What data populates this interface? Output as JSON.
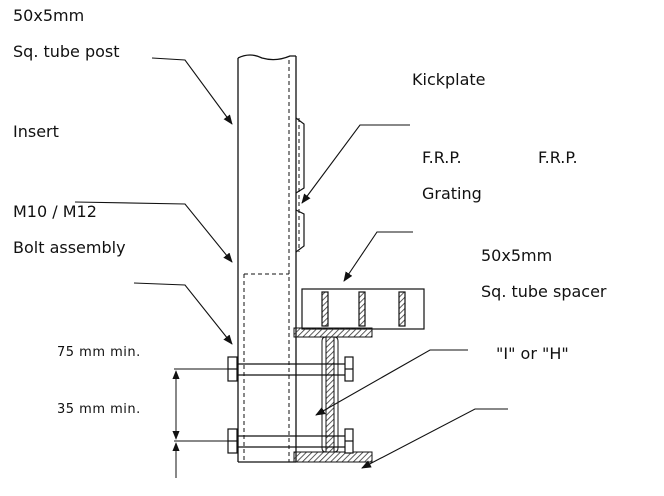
{
  "labels": {
    "post_size": "50x5mm",
    "post_name": "Sq. tube  post",
    "kickplate": "Kickplate",
    "insert": "Insert",
    "frp_1": "F.R.P.",
    "frp_2": "F.R.P.",
    "grating": "Grating",
    "bolt_size": "M10  /  M12",
    "bolt_assembly": "Bolt  assembly",
    "spacer_size": "50x5mm",
    "spacer_name": "Sq. tube  spacer",
    "beam": "\"I\" or \"H\"",
    "dim_75": "75  mm  min.",
    "dim_35": "35  mm  min."
  },
  "colors": {
    "line": "#111111",
    "hatch": "#333333"
  }
}
